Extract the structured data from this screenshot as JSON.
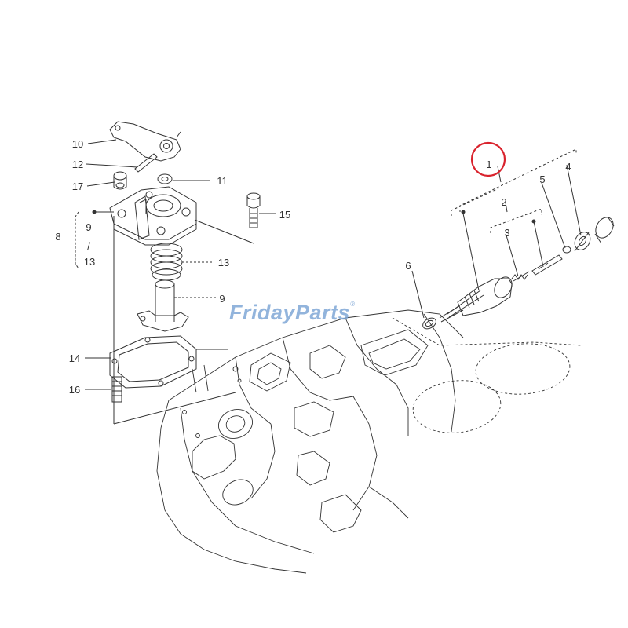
{
  "watermark": {
    "part1": "Friday",
    "part2": "Parts",
    "reg": "®"
  },
  "colors": {
    "line": "#333333",
    "highlight_circle": "#d9232d",
    "watermark": "#7fa7d6"
  },
  "labels": {
    "l1": "1",
    "l2": "2",
    "l3": "3",
    "l4": "4",
    "l5": "5",
    "l6": "6",
    "l8": "8",
    "l9_group": "9",
    "l9_range_sep": "/",
    "l13_group": "13",
    "l9": "9",
    "l10": "10",
    "l11": "11",
    "l12": "12",
    "l13": "13",
    "l14": "14",
    "l15": "15",
    "l16": "16",
    "l17": "17"
  }
}
